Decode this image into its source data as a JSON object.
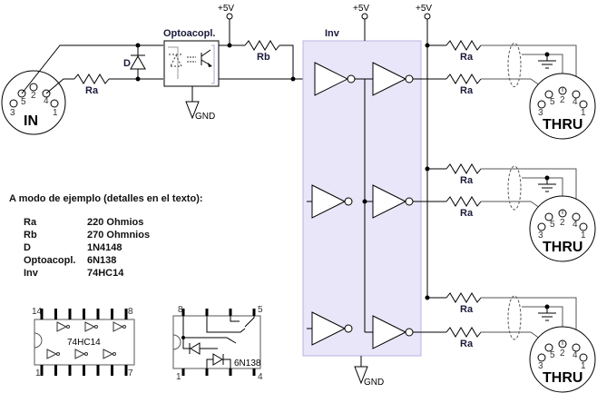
{
  "labels": {
    "vcc": "+5V",
    "gnd": "GND",
    "optocoupler": "Optoacopl.",
    "inverter": "Inv",
    "ra": "Ra",
    "rb": "Rb",
    "diode": "D",
    "in_connector": "IN",
    "thru_connector": "THRU"
  },
  "din_pins": [
    "1",
    "2",
    "3",
    "4",
    "5"
  ],
  "example": {
    "title": "A modo de ejemplo (detalles en el texto):",
    "rows": [
      {
        "component": "Ra",
        "value": "220 Ohmios"
      },
      {
        "component": "Rb",
        "value": "270 Ohmnios"
      },
      {
        "component": "D",
        "value": "1N4148"
      },
      {
        "component": "Optoacopl.",
        "value": "6N138"
      },
      {
        "component": "Inv",
        "value": "74HC14"
      }
    ]
  },
  "chips": {
    "hc14": {
      "name": "74HC14",
      "pin_tl": "14",
      "pin_tr": "8",
      "pin_bl": "1",
      "pin_br": "7"
    },
    "n138": {
      "name": "6N138",
      "pin_tl": "8",
      "pin_tr": "5",
      "pin_bl": "1",
      "pin_br": "4"
    }
  },
  "colors": {
    "inverter_box_fill": "#e8e6f8",
    "inverter_box_stroke": "#b8b4e0"
  }
}
